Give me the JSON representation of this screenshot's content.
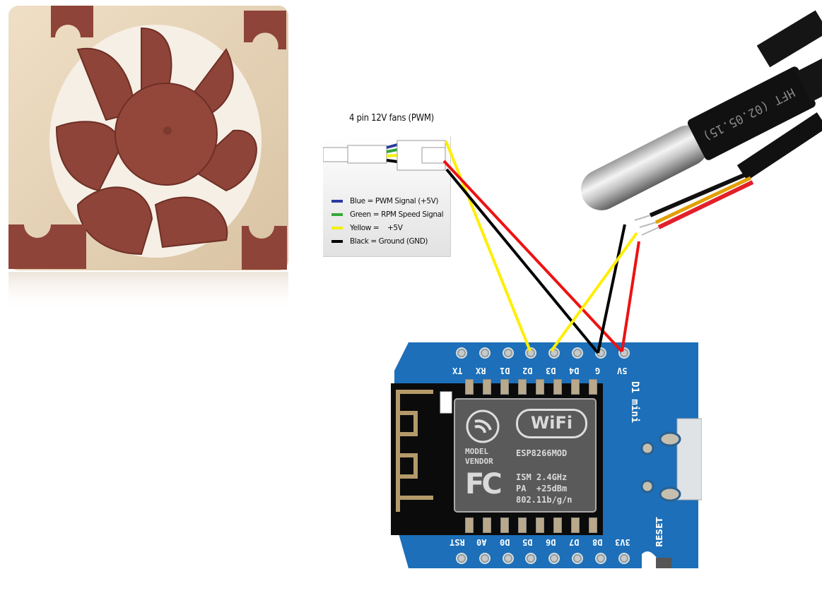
{
  "fan_diagram": {
    "title": "4 pin 12V fans (PWM)",
    "legend": [
      {
        "color": "#2b3aa0",
        "label": "Blue = PWM Signal (+5V)"
      },
      {
        "color": "#35a83a",
        "label": "Green = RPM Speed Signal"
      },
      {
        "color": "#f2f200",
        "label": "Yellow =    +5V"
      },
      {
        "color": "#000000",
        "label": "Black = Ground (GND)"
      }
    ]
  },
  "board": {
    "name": "D1 mini",
    "top_pins": [
      "TX",
      "RX",
      "D1",
      "D2",
      "D3",
      "D4",
      "G",
      "5V"
    ],
    "bottom_pins": [
      "RST",
      "A0",
      "D0",
      "D5",
      "D6",
      "D7",
      "D8",
      "3V3"
    ],
    "reset_label": "RESET",
    "module": {
      "wifi": "WiFi",
      "model": "MODEL",
      "vendor": "VENDOR",
      "part": "ESP8266MOD",
      "fc": "FC",
      "spec1": "ISM 2.4GHz",
      "spec2": "PA  +25dBm",
      "spec3": "802.11b/g/n"
    }
  },
  "sensor": {
    "label_on_sleeve": "HFT (02.05.15)"
  },
  "wiring": [
    {
      "from": "fan-yellow",
      "to": "D2",
      "color": "#ffee00"
    },
    {
      "from": "fan-red",
      "to": "5V",
      "color": "#ee1111"
    },
    {
      "from": "fan-black",
      "to": "G",
      "color": "#000000"
    },
    {
      "from": "sensor-black",
      "to": "G",
      "color": "#000000"
    },
    {
      "from": "sensor-yellow",
      "to": "D3",
      "color": "#ffee00"
    },
    {
      "from": "sensor-red",
      "to": "5V",
      "color": "#ee1111"
    }
  ]
}
